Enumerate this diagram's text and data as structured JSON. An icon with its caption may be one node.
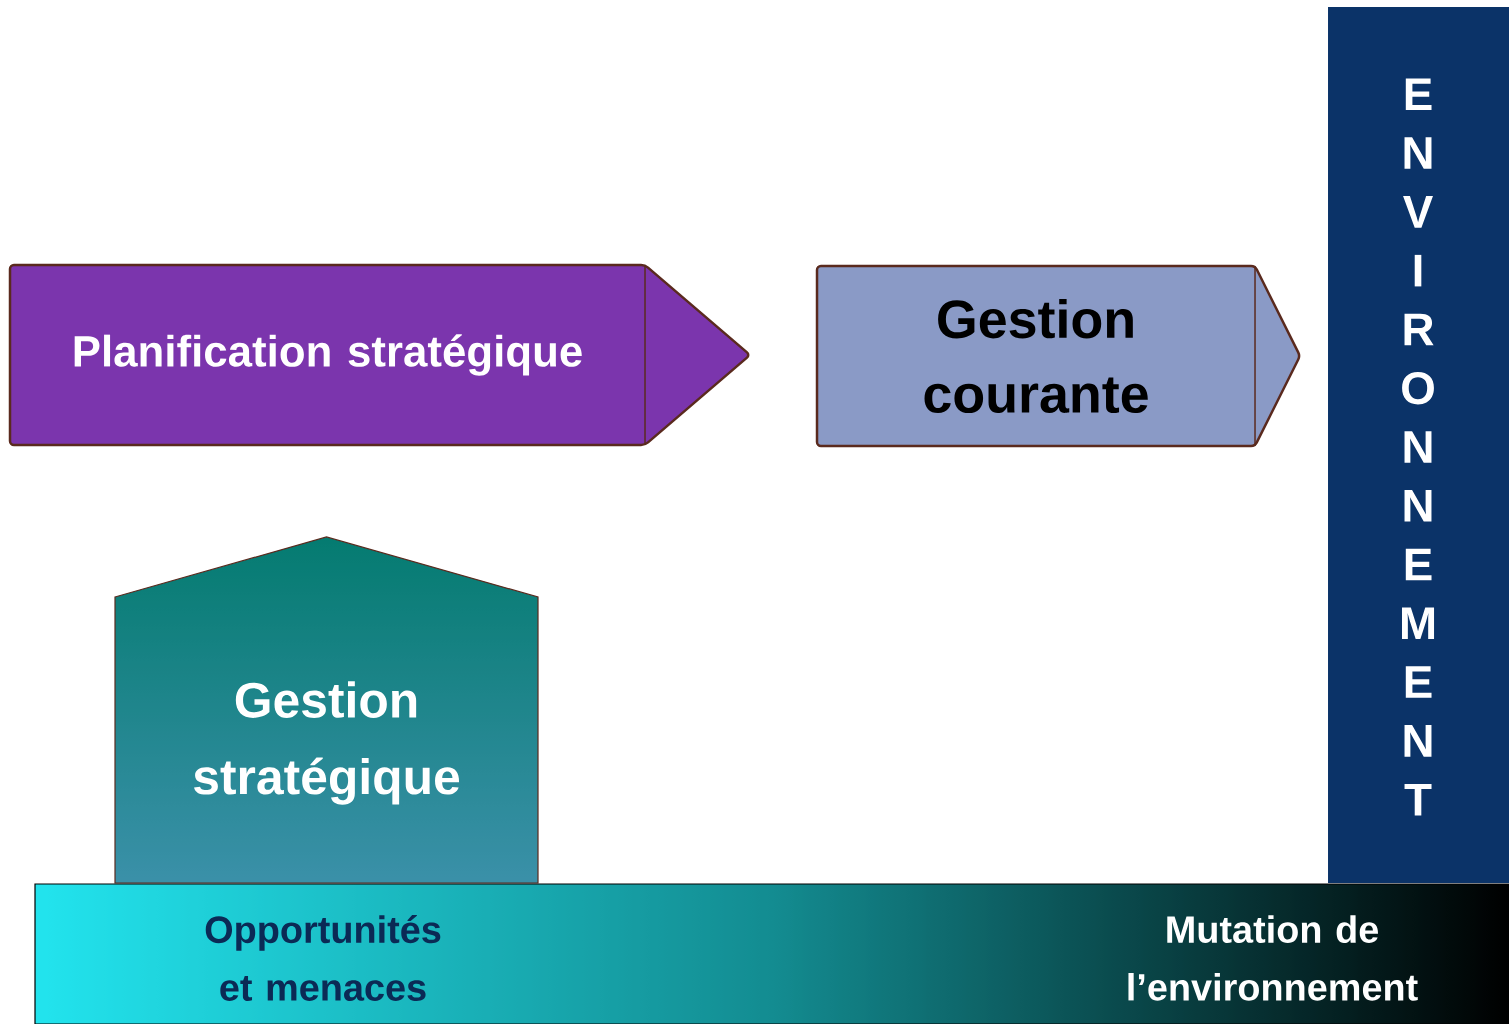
{
  "diagram": {
    "nodes": [
      {
        "text": [
          "Planification stratégique"
        ]
      },
      {
        "text": [
          "Gestion courante"
        ]
      },
      {
        "text": [
          "Gestion stratégique"
        ]
      },
      {
        "text": [
          "E N V I R O N N E M E N T"
        ]
      },
      {
        "text": [
          "Opportunités et menaces",
          "Mutation de l’environnement"
        ]
      }
    ]
  }
}
